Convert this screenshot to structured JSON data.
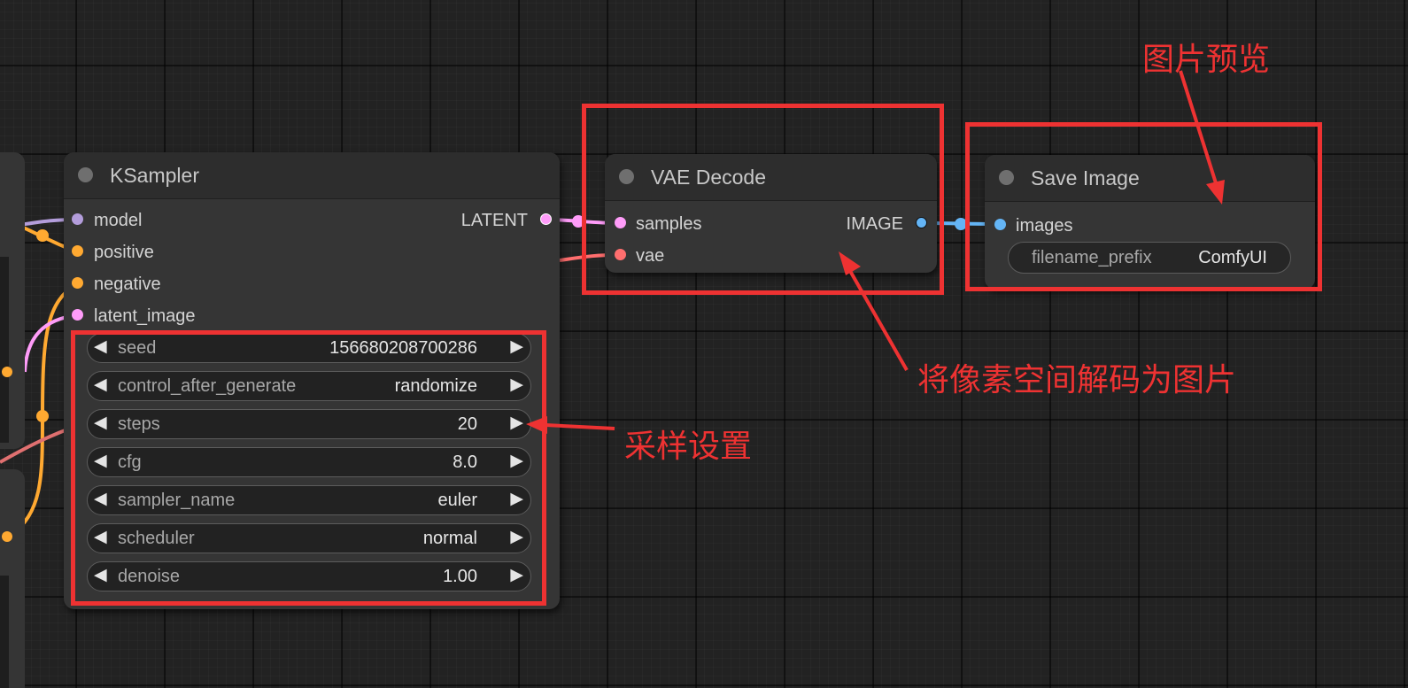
{
  "nodes": {
    "ksampler": {
      "title": "KSampler",
      "inputs": [
        "model",
        "positive",
        "negative",
        "latent_image"
      ],
      "output": "LATENT",
      "widgets": [
        {
          "label": "seed",
          "value": "156680208700286"
        },
        {
          "label": "control_after_generate",
          "value": "randomize"
        },
        {
          "label": "steps",
          "value": "20"
        },
        {
          "label": "cfg",
          "value": "8.0"
        },
        {
          "label": "sampler_name",
          "value": "euler"
        },
        {
          "label": "scheduler",
          "value": "normal"
        },
        {
          "label": "denoise",
          "value": "1.00"
        }
      ]
    },
    "vae_decode": {
      "title": "VAE Decode",
      "inputs": [
        "samples",
        "vae"
      ],
      "output": "IMAGE"
    },
    "save_image": {
      "title": "Save Image",
      "inputs": [
        "images"
      ],
      "widget": {
        "label": "filename_prefix",
        "value": "ComfyUI"
      }
    }
  },
  "annotations": {
    "image_preview": "图片预览",
    "decode_to_image": "将像素空间解码为图片",
    "sampling_settings": "采样设置"
  },
  "widget_arrows": {
    "left": "◀",
    "right": "▶"
  },
  "colors": {
    "annotation_red": "#ee3232",
    "model_slot": "#b39ddb",
    "conditioning_slot": "#ffa931",
    "latent_slot": "#ff9cf9",
    "vae_slot": "#ff6e6e",
    "image_slot": "#64b5f6"
  }
}
